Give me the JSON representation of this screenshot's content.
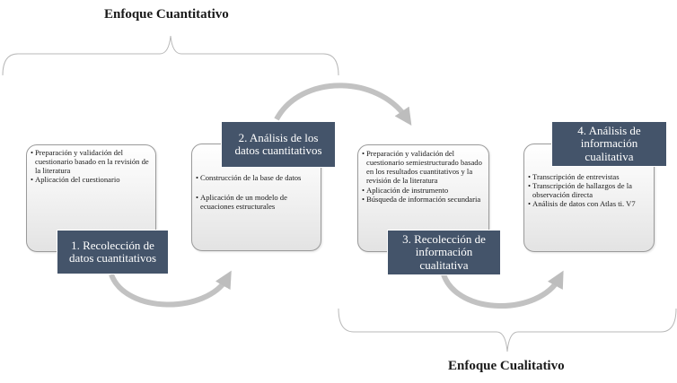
{
  "quantitative": {
    "title": "Enfoque Cuantitativo"
  },
  "qualitative": {
    "title": "Enfoque Cualitativo"
  },
  "steps": [
    {
      "label": "1. Recolección de datos cuantitativos",
      "items": [
        "Preparación y validación del cuestionario basado en la revisión de la literatura",
        "Aplicación del cuestionario"
      ]
    },
    {
      "label": "2. Análisis de los datos cuantitativos",
      "items": [
        "Construcción de la base de datos",
        "Aplicación de un modelo de ecuaciones estructurales"
      ]
    },
    {
      "label": "3. Recolección de información cualitativa",
      "items": [
        "Preparación y validación del cuestionario semiestructurado basado en los resultados cuantitativos y la revisión de la literatura",
        "Aplicación de instrumento",
        "Búsqueda de información secundaria"
      ]
    },
    {
      "label": "4. Análisis de información cualitativa",
      "items": [
        "Transcripción de entrevistas",
        "Transcripción de hallazgos de la observación directa",
        "Análisis de datos con Atlas ti. V7"
      ]
    }
  ]
}
